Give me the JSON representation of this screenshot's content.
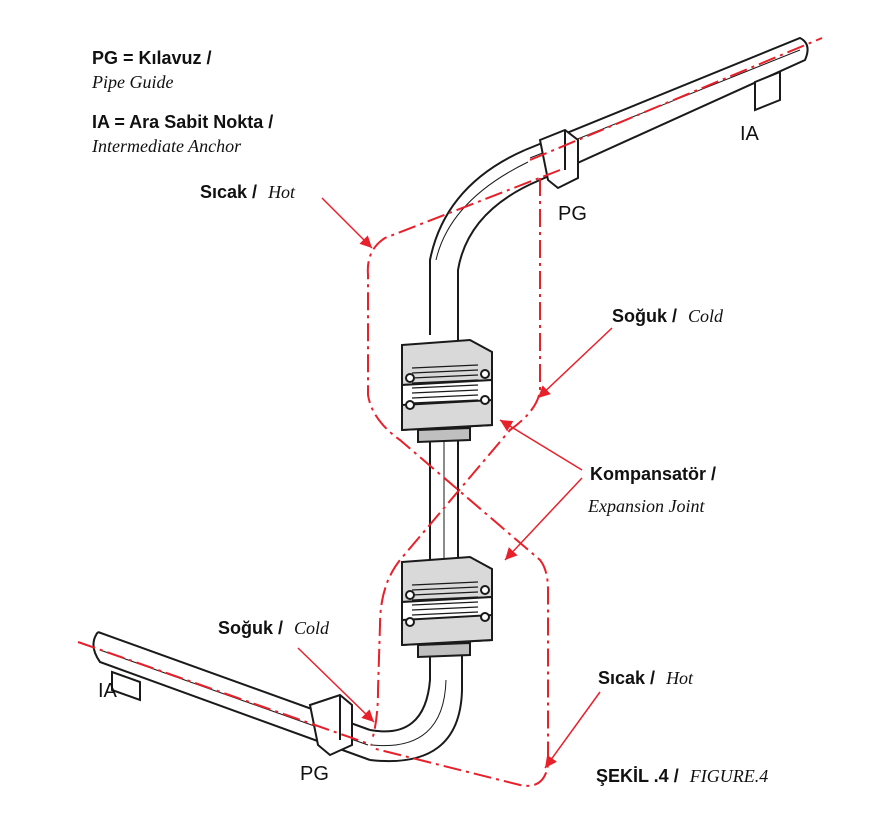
{
  "legend": {
    "pg_line1": "PG = Kılavuz /",
    "pg_line2": "Pipe Guide",
    "ia_line1": "IA = Ara Sabit Nokta /",
    "ia_line2": "Intermediate Anchor"
  },
  "labels": {
    "hot_top_tr": "Sıcak /",
    "hot_top_en": "Hot",
    "cold_right_tr": "Soğuk /",
    "cold_right_en": "Cold",
    "joint_tr": "Kompansatör /",
    "joint_en": "Expansion Joint",
    "cold_left_tr": "Soğuk /",
    "cold_left_en": "Cold",
    "hot_bottom_tr": "Sıcak /",
    "hot_bottom_en": "Hot",
    "ia_top": "IA",
    "pg_top": "PG",
    "ia_bottom": "IA",
    "pg_bottom": "PG",
    "figure_tr": "ŞEKİL .4 /",
    "figure_en": "FIGURE.4"
  },
  "colors": {
    "annotation": "#e8202a",
    "pipe_stroke": "#1a1a1a"
  }
}
